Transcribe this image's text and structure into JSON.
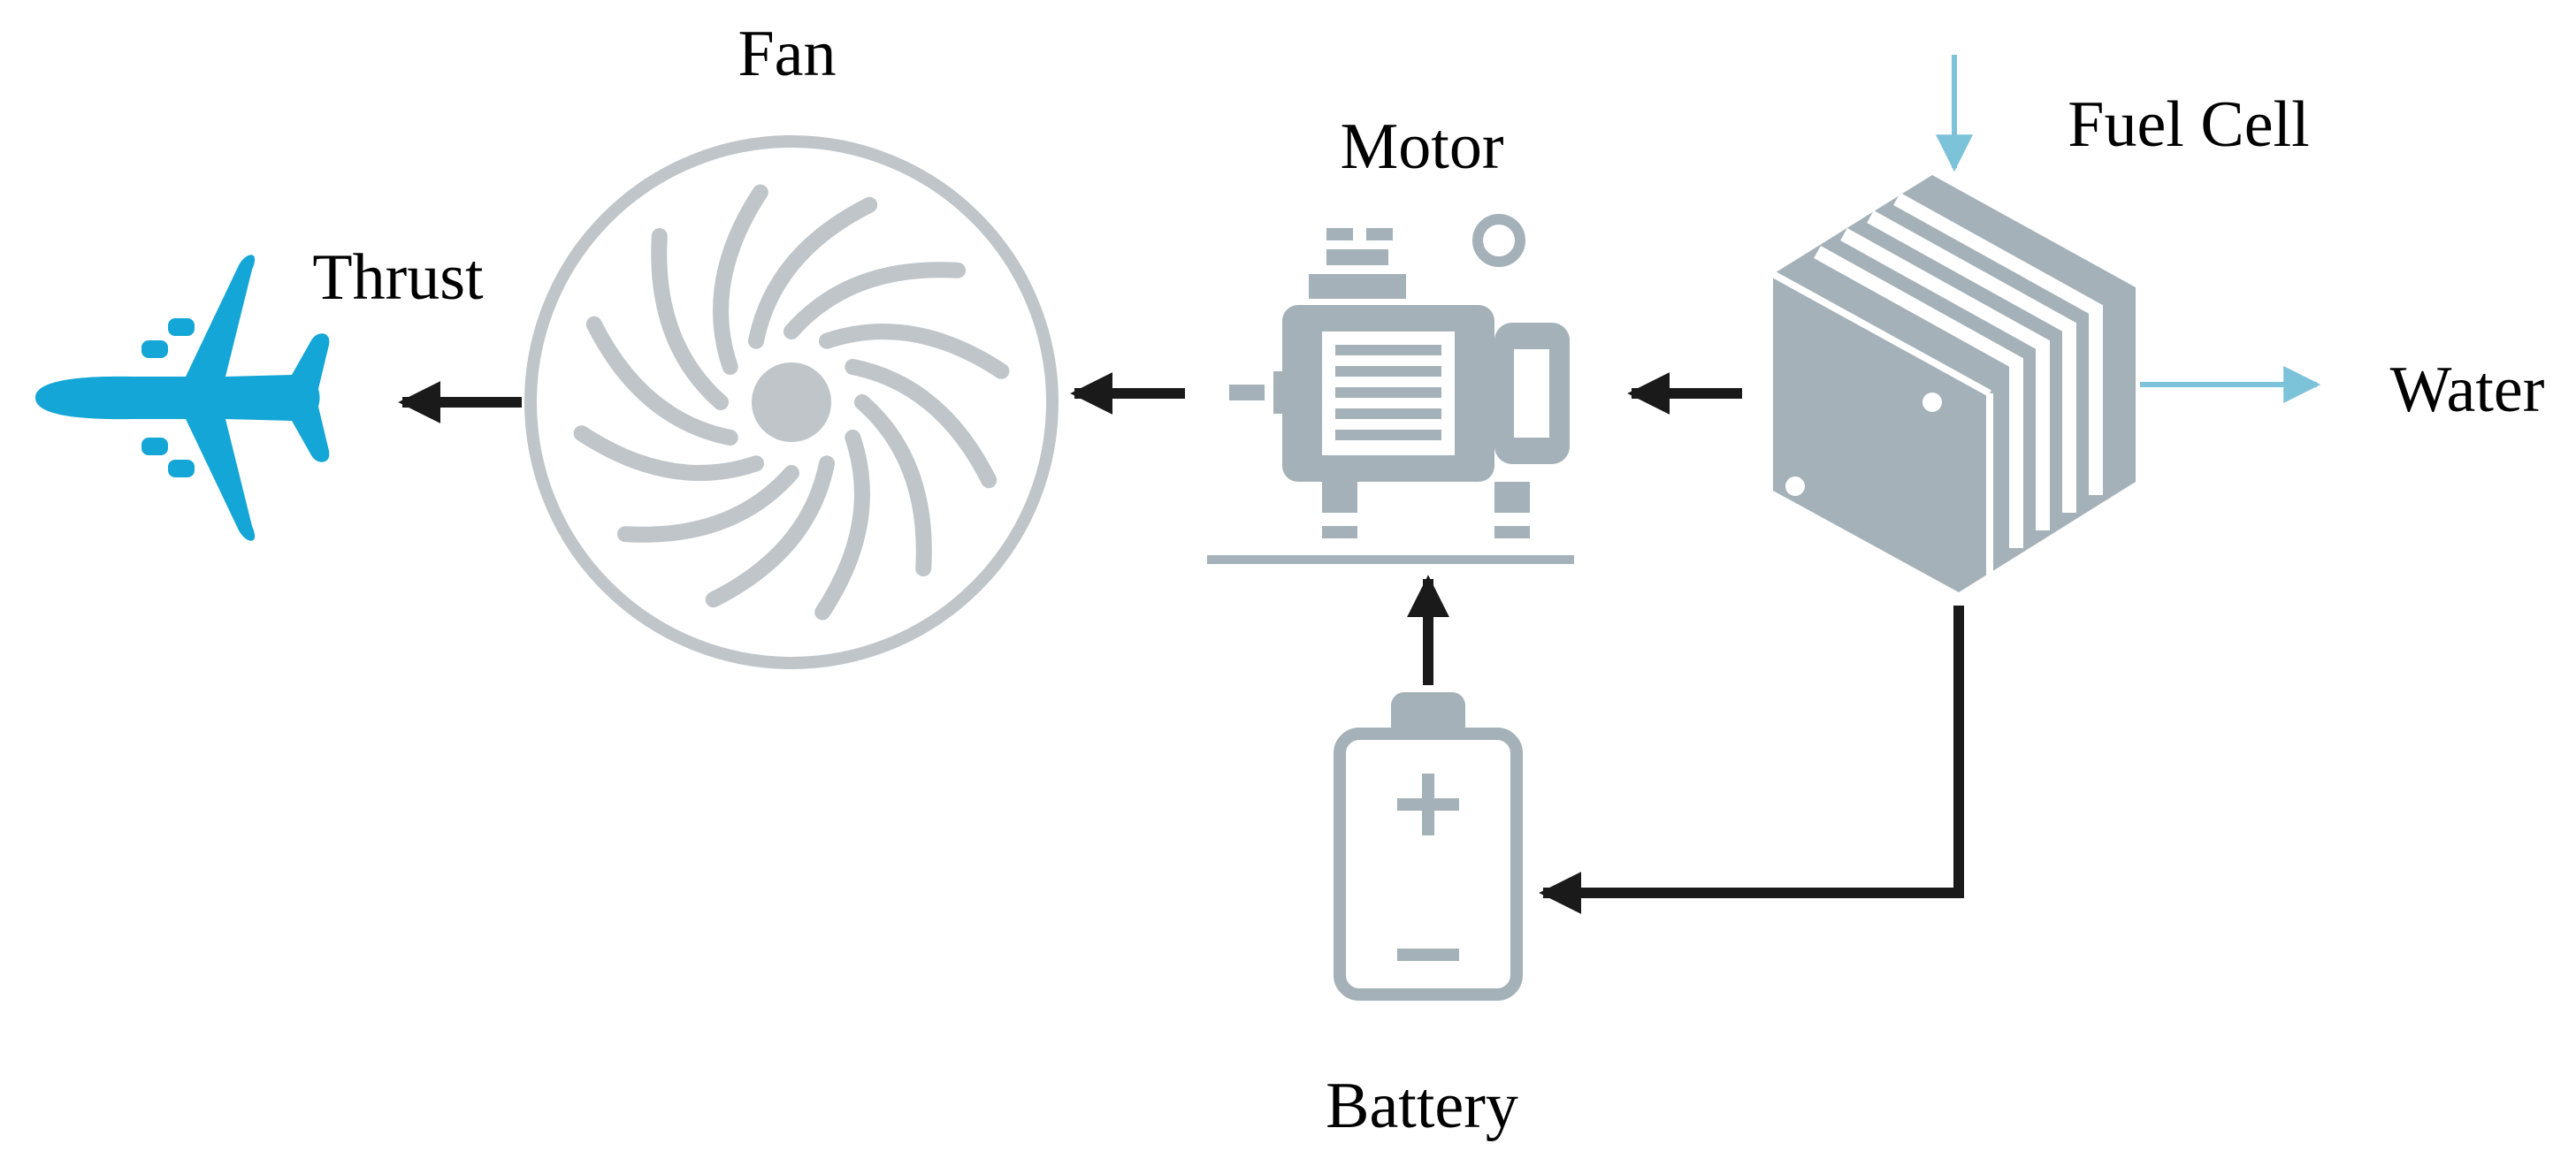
{
  "labels": {
    "fan": "Fan",
    "motor": "Motor",
    "fuel_cell": "Fuel Cell",
    "thrust": "Thrust",
    "water": "Water",
    "battery": "Battery"
  },
  "colors": {
    "component_gray": "#A4B1B8",
    "fan_gray": "#BFC5C9",
    "airplane_blue": "#14A6D6",
    "flow_blue": "#7CC2D9",
    "arrow_black": "#1A1A1A"
  },
  "icons": {
    "airplane": "airplane-icon",
    "fan": "fan-icon",
    "motor": "motor-icon",
    "fuel_cell": "fuel-cell-icon",
    "battery": "battery-icon"
  }
}
